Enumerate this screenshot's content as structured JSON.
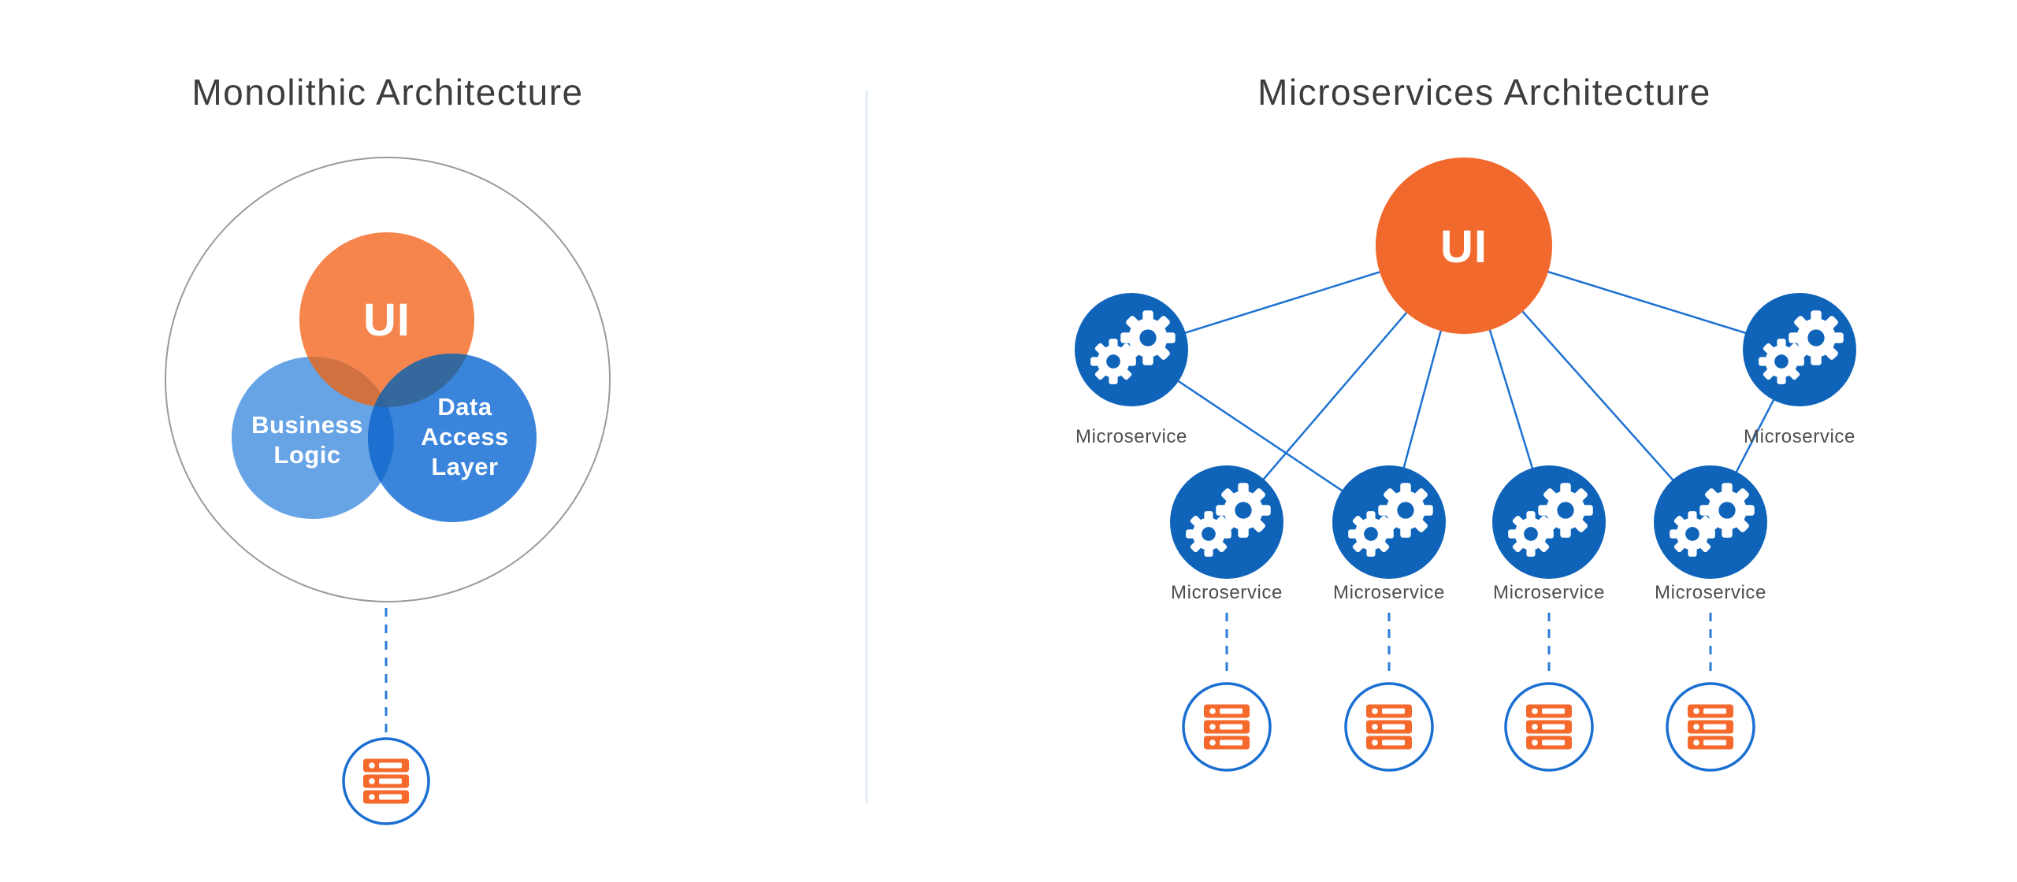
{
  "palette": {
    "orange": "#F2692E",
    "orange_light": "#F5854C",
    "icon_orange": "#F56A2C",
    "microservice_blue": "#0F64BA",
    "connection_blue": "#1D71D2",
    "dashed_blue": "#2B7CD9",
    "business_logic_blue": "#67A4E6",
    "data_access_blue": "#3A84DB",
    "overlap_ui_business": "#D0713F",
    "overlap_ui_data": "#35689D",
    "overlap_business_data": "#1E70D0",
    "overlap_center": "#2F649D",
    "boundary_gray": "#9A9A9A",
    "title_gray": "#3D3D3D",
    "label_gray": "#4E4E4E",
    "divider": "#E3EDF7"
  },
  "left": {
    "title": "Monolithic Architecture",
    "ui_label": "UI",
    "business_logic": {
      "label": "Business Logic",
      "lines": [
        "Business",
        "Logic"
      ]
    },
    "data_access": {
      "label": "Data Access Layer",
      "lines": [
        "Data",
        "Access",
        "Layer"
      ]
    }
  },
  "right": {
    "title": "Microservices Architecture",
    "ui_label": "UI",
    "nodes": [
      {
        "label": "Microservice"
      },
      {
        "label": "Microservice"
      },
      {
        "label": "Microservice"
      },
      {
        "label": "Microservice"
      },
      {
        "label": "Microservice"
      },
      {
        "label": "Microservice"
      }
    ]
  }
}
